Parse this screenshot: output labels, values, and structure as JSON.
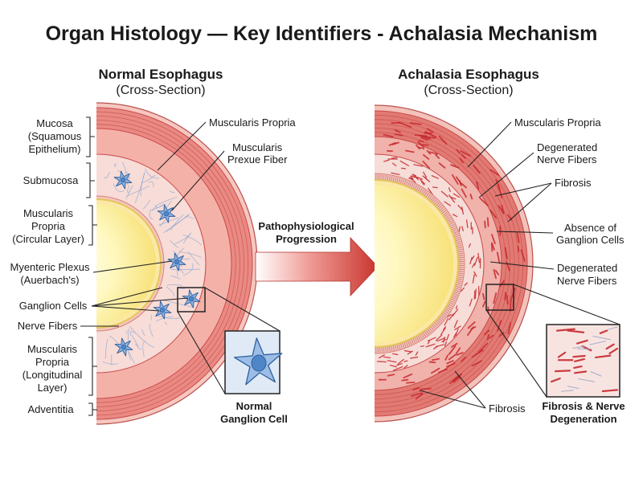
{
  "title": "Organ Histology — Key Identifiers - Achalasia Mechanism",
  "normal": {
    "heading": "Normal Esophagus",
    "subheading": "(Cross-Section)",
    "left_labels": {
      "mucosa": [
        "Mucosa",
        "(Squamous",
        "Epithelium)"
      ],
      "submucosa": [
        "Submucosa"
      ],
      "muscularis_circular": [
        "Muscularis",
        "Propria",
        "(Circular Layer)"
      ],
      "myenteric": [
        "Myenteric Plexus",
        "(Auerbach's)"
      ],
      "ganglion": [
        "Ganglion Cells"
      ],
      "nerve": [
        "Nerve Fibers"
      ],
      "muscularis_long": [
        "Muscularis",
        "Propria",
        "(Longitudinal",
        "Layer)"
      ],
      "adventitia": [
        "Adventitia"
      ]
    },
    "right_labels": {
      "muscularis_propria": [
        "Muscularis Propria"
      ],
      "prexue": [
        "Muscularis",
        "Prexue Fiber"
      ]
    },
    "inset_caption": [
      "Normal",
      "Ganglion Cell"
    ]
  },
  "arrow": {
    "label": [
      "Pathophysiological",
      "Progression"
    ],
    "color": "#c8352e"
  },
  "achalasia": {
    "heading": "Achalasia Esophagus",
    "subheading": "(Cross-Section)",
    "labels": {
      "muscularis_propria": [
        "Muscularis Propria"
      ],
      "degenerated_top": [
        "Degenerated",
        "Nerve Fibers"
      ],
      "fibrosis_top": [
        "Fibrosis"
      ],
      "absence": [
        "Absence of",
        "Ganglion Cells"
      ],
      "degenerated_mid": [
        "Degenerated",
        "Nerve Fibers"
      ],
      "fibrosis_bottom": [
        "Fibrosis"
      ]
    },
    "inset_caption": [
      "Fibrosis & Nerve",
      "Degeneration"
    ]
  },
  "colors": {
    "muscle": "#e98a83",
    "muscle_dark": "#c9494a",
    "submucosa": "#f7dcd7",
    "lumen": "#fff6a8",
    "ganglion": "#4f86c8",
    "fibrosis": "#c7292e"
  }
}
